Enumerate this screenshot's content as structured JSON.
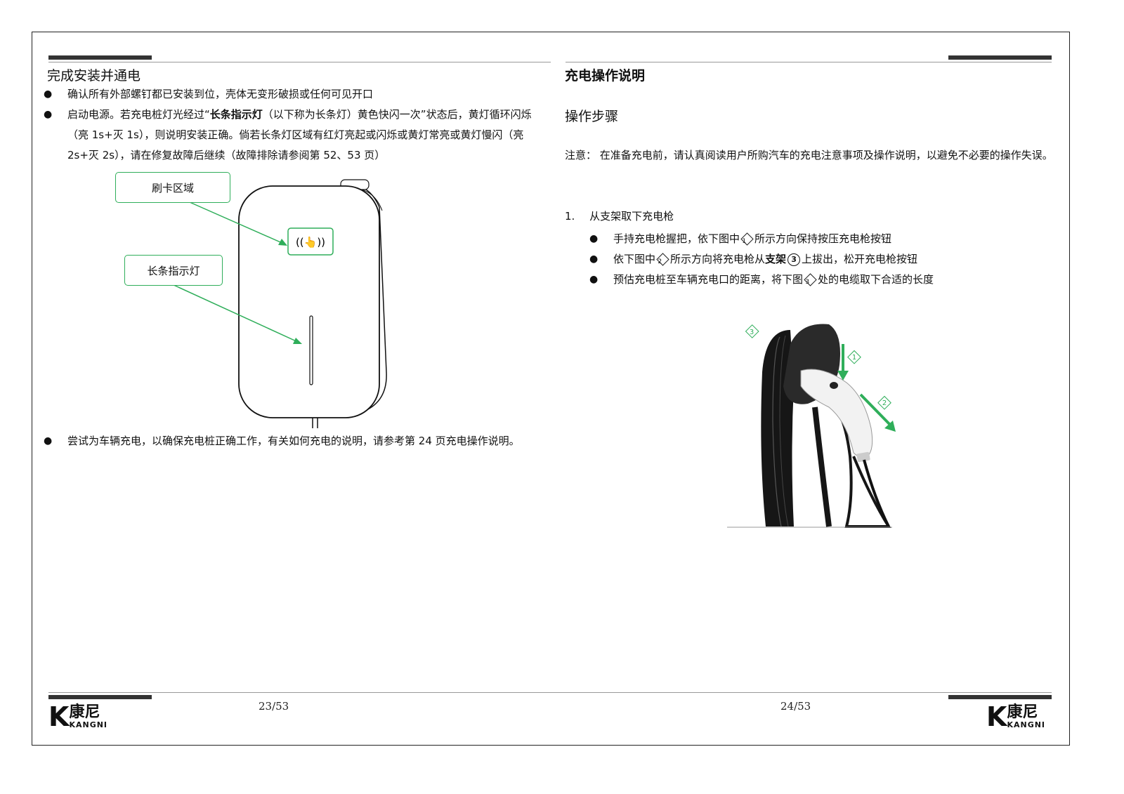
{
  "left_page": {
    "heading": "完成安装并通电",
    "bullets": [
      "确认所有外部螺钉都已安装到位，壳体无变形破损或任何可见开口",
      "启动电源。若充电桩灯光经过“长条指示灯（以下称为长条灯）黄色快闪一次”状态后，黄灯循环闪烁（亮 1s+灭 1s），则说明安装正确。倘若长条灯区域有红灯亮起或闪烁或黄灯常亮或黄灯慢闪（亮 2s+灭 2s），请在修复故障后继续（故障排除请参阅第 52、53 页）"
    ],
    "bullet2_parts": {
      "pre": "启动电源。若充电桩灯光经过“",
      "bold": "长条指示灯",
      "post": "（以下称为长条灯）黄色快闪一次”状态后，黄灯循环闪烁（亮 1s+灭 1s），则说明安装正确。倘若长条灯区域有红灯亮起或闪烁或黄灯常亮或黄灯慢闪（亮 2s+灭 2s），请在修复故障后继续（故障排除请参阅第 52、53 页）"
    },
    "callout_card_area": "刷卡区域",
    "callout_light_bar": "长条指示灯",
    "bullet3": "尝试为车辆充电，以确保充电桩正确工作，有关如何充电的说明，请参考第 24 页充电操作说明。",
    "page_number": "23/53"
  },
  "right_page": {
    "heading": "充电操作说明",
    "subheading": "操作步骤",
    "note": "注意： 在准备充电前，请认真阅读用户所购汽车的充电注意事项及操作说明，以避免不必要的操作失误。",
    "step_number": "1.",
    "step_title": "从支架取下充电枪",
    "sub_a_pre": "手持充电枪握把，依下图中",
    "sub_a_post": "所示方向保持按压充电枪按钮",
    "sub_b_pre": "依下图中",
    "sub_b_mid": "所示方向将充电枪从",
    "sub_b_bold": "支架",
    "sub_b_post": "上拔出，松开充电枪按钮",
    "sub_c_pre": "预估充电桩至车辆充电口的距离，将下图",
    "sub_c_post": "处的电缆取下合适的长度",
    "marker_1": "1",
    "marker_2": "2",
    "marker_3": "3",
    "page_number": "24/53"
  },
  "brand": {
    "mark": "K",
    "cn": "康尼",
    "en": "KANGNI"
  },
  "colors": {
    "accent_green": "#2fae5a",
    "header_bar": "#333333"
  }
}
